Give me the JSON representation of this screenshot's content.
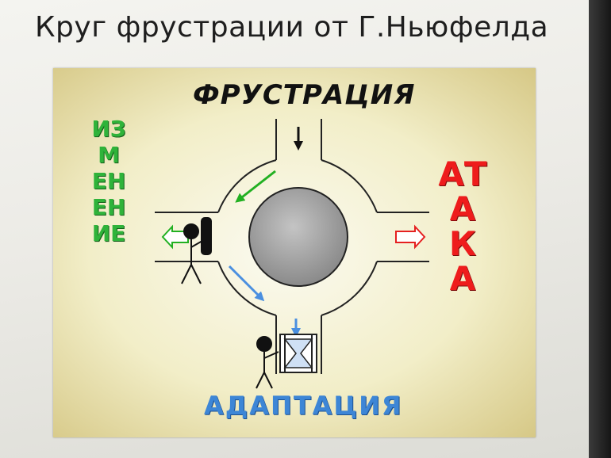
{
  "slide": {
    "title": "Круг фрустрации от Г.Ньюфелда"
  },
  "diagram": {
    "labels": {
      "top": "ФРУСТРАЦИЯ",
      "right": "АТАКА",
      "bottom": "АДАПТАЦИЯ",
      "left": "ИЗМЕНЕНИЕ"
    },
    "colors": {
      "frustration": "#111111",
      "attack": "#ee1c1c",
      "adaptation": "#3d86d6",
      "change": "#2fb33a",
      "background": "#f2eec8",
      "hub": "#9a9a9a"
    },
    "icons": [
      "down-arrow-icon",
      "green-curved-arrow-icon",
      "blue-curved-arrow-icon",
      "blue-down-arrow-icon",
      "red-exit-arrow-icon",
      "green-exit-arrow-icon",
      "stick-figure-icon",
      "barrier-icon",
      "hourglass-icon"
    ]
  }
}
